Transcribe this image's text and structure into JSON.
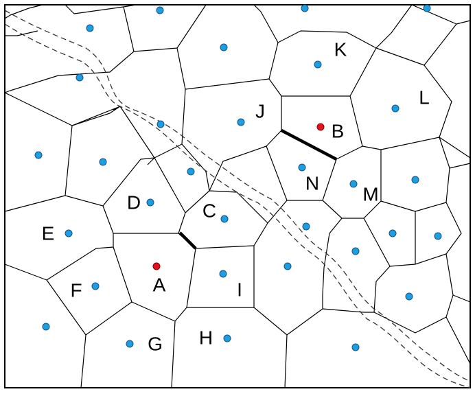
{
  "diagram": {
    "colors": {
      "background": "#ffffff",
      "edge": "#000000",
      "site": "#1a9fe0",
      "highlight_site": "#e8101a",
      "corridor": "#333333"
    },
    "cells": [
      {
        "label": "K",
        "highlighted": false
      },
      {
        "label": "L",
        "highlighted": false
      },
      {
        "label": "J",
        "highlighted": false
      },
      {
        "label": "B",
        "highlighted": true
      },
      {
        "label": "N",
        "highlighted": false
      },
      {
        "label": "M",
        "highlighted": false
      },
      {
        "label": "D",
        "highlighted": false
      },
      {
        "label": "C",
        "highlighted": false
      },
      {
        "label": "E",
        "highlighted": false
      },
      {
        "label": "A",
        "highlighted": true
      },
      {
        "label": "I",
        "highlighted": false
      },
      {
        "label": "F",
        "highlighted": false
      },
      {
        "label": "G",
        "highlighted": false
      },
      {
        "label": "H",
        "highlighted": false
      }
    ]
  }
}
